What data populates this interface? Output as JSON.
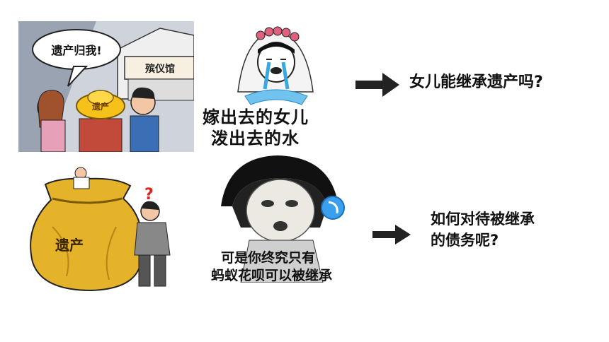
{
  "comic1": {
    "speech": "遗产归我!",
    "sign": "殡仪馆",
    "ingot": "遗产"
  },
  "meme1": {
    "line1": "嫁出去的女儿",
    "line2": "泼出去的水"
  },
  "question1": "女儿能继承遗产吗?",
  "comic2": {
    "bag": "遗产",
    "mark": "?"
  },
  "meme2": {
    "line1": "可是你终究只有",
    "line2": "蚂蚁花呗可以被继承"
  },
  "question2": {
    "line1": "如何对待被继承",
    "line2": "的债务呢?"
  }
}
